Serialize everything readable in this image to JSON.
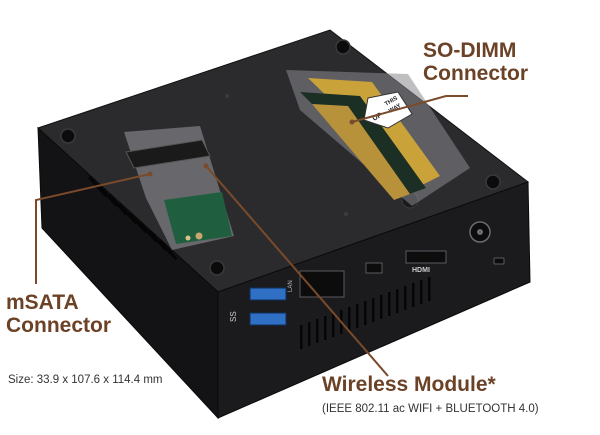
{
  "labels": {
    "so_dimm": {
      "line1": "SO-DIMM",
      "line2": "Connector"
    },
    "msata": {
      "line1": "mSATA",
      "line2": "Connector"
    },
    "wireless": {
      "title": "Wireless Module*",
      "subtitle": "(IEEE 802.11 ac WIFI + BLUETOOTH 4.0)"
    },
    "size": "Size: 33.9 x 107.6 x 114.4 mm"
  },
  "module_badge": {
    "line1": "THIS",
    "line2": "WAY",
    "line3": "UP"
  },
  "port_markings": {
    "hdmi": "HDMI",
    "lan": "LAN",
    "usb": "SS"
  },
  "colors": {
    "label_brown": "#6b4226",
    "leader_line": "#7a4a2a",
    "chassis_top": "#2a2a2c",
    "chassis_side": "#1a1a1c",
    "usb3_blue": "#2f6fc4",
    "pcb_green": "#1f5f3f"
  }
}
